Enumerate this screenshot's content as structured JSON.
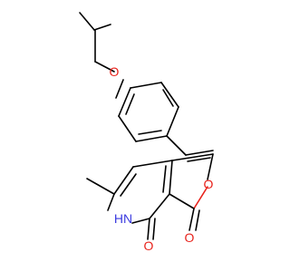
{
  "molecule": {
    "atoms": [
      {
        "label": "O",
        "color": "#e8231c"
      },
      {
        "label": "O",
        "color": "#e8231c"
      },
      {
        "label": "HN",
        "color": "#3a3ae0"
      },
      {
        "label": "O",
        "color": "#e8231c"
      },
      {
        "label": "O",
        "color": "#e8231c"
      }
    ]
  }
}
